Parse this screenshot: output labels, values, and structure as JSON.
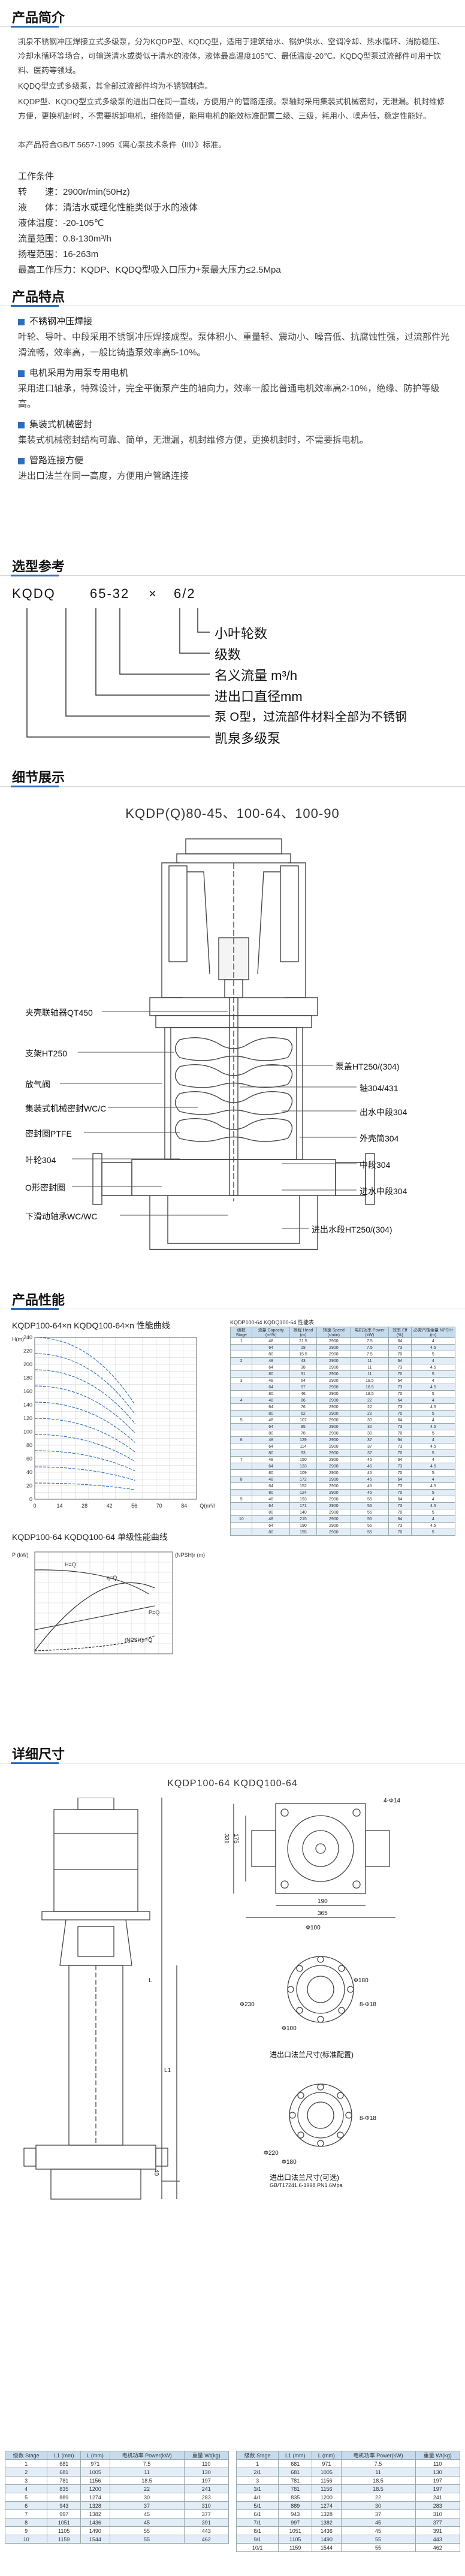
{
  "intro": {
    "title": "产品简介",
    "p1": "凯泉不锈钢冲压焊接立式多级泵，分为KQDP型、KQDQ型，适用于建筑给水、锅炉供水、空调冷却、热水循环、消防稳压、冷却水循环等场合，可输送清水或类似于清水的液体，液体最高温度105℃、最低温度-20℃。KQDQ型泵过流部件可用于饮料、医药等领域。",
    "p2": "KQDQ型立式多级泵，其全部过流部件均为不锈钢制造。",
    "p3": "KQDP型、KQDQ型立式多级泵的进出口在同一直线，方便用户的管路连接。泵轴封采用集装式机械密封，无泄漏。机封维修方便，更换机封时，不需要拆卸电机，维修简便，能用电机的能效标准配置二级、三级，耗用小、噪声低，稳定性能好。",
    "p4": "本产品符合GB/T 5657-1995《离心泵技术条件（III）》标准。",
    "specs_title": "工作条件",
    "specs": [
      "转　　速：2900r/min(50Hz)",
      "液　　体：清洁水或理化性能类似于水的液体",
      "液体温度：-20-105℃",
      "流量范围：0.8-130m³/h",
      "扬程范围：16-263m",
      "最高工作压力：KQDP、KQDQ型吸入口压力+泵最大压力≤2.5Mpa"
    ]
  },
  "features": {
    "title": "产品特点",
    "items": [
      {
        "head": "不锈钢冲压焊接",
        "body": "叶轮、导叶、中段采用不锈钢冲压焊接成型。泵体积小、重量轻、震动小、噪音低、抗腐蚀性强，过流部件光滑流畅，效率高，一般比铸造泵效率高5-10%。"
      },
      {
        "head": "电机采用为用泵专用电机",
        "body": "采用进口轴承，特殊设计，完全平衡泵产生的轴向力，效率一般比普通电机效率高2-10%，绝缘、防护等级高。"
      },
      {
        "head": "集装式机械密封",
        "body": "集装式机械密封结构可靠、简单，无泄漏，机封维修方便，更换机封时，不需要拆电机。"
      },
      {
        "head": "管路连接方便",
        "body": "进出口法兰在同一高度，方便用户管路连接"
      }
    ]
  },
  "model": {
    "title": "选型参考",
    "code": "KQDQ",
    "code_parts": [
      "65-32",
      "×",
      "6/2"
    ],
    "items": [
      "小叶轮数",
      "级数",
      "名义流量 m³/h",
      "进出口直径mm",
      "泵 O型，过流部件材料全部为不锈钢",
      "凯泉多级泵"
    ]
  },
  "details": {
    "title": "细节展示",
    "figure_title": "KQDP(Q)80-45、100-64、100-90",
    "labels": {
      "coupling": "夹壳联轴器QT450",
      "support": "支架HT250",
      "vent": "放气阀",
      "seal": "集装式机械密封WC/C",
      "seal_ring": "密封圈PTFE",
      "impeller": "叶轮304",
      "oring": "O形密封圈",
      "bearing": "下滑动轴承WC/WC",
      "pump_cover": "泵盖HT250/(304)",
      "shaft": "轴304/431",
      "out_mid": "出水中段304",
      "outer_shell": "外壳筒304",
      "mid": "中段304",
      "in_mid": "进水中段304",
      "inlet_outlet": "进出水段HT250/(304)"
    }
  },
  "performance": {
    "title": "产品性能",
    "chart1": {
      "title": "KQDP100-64×n KQDQ100-64×n 性能曲线",
      "ylabel": "H(m)",
      "xlabel": "Q(m³/h)",
      "yticks": [
        "0",
        "20",
        "40",
        "60",
        "80",
        "100",
        "120",
        "140",
        "160",
        "180",
        "200",
        "220",
        "240"
      ],
      "xticks": [
        "0",
        "14",
        "28",
        "42",
        "56",
        "70",
        "84",
        "Q(m³/h)"
      ]
    },
    "chart2": {
      "title": "KQDP100-64 KQDQ100-64 单级性能曲线",
      "curves": [
        "H=Q",
        "η=Q",
        "P=Q",
        "(NPSH)r=Q"
      ],
      "ylabel_left": "P (kW)",
      "ylabel_right": "(NPSH)r (m)"
    },
    "table": {
      "title": "KQDP100-64 KQDQ100-64 性能表",
      "headers": [
        "级数 Stage",
        "流量 Capacity (m³/h)",
        "扬程 Head (m)",
        "转速 Speed (r/min)",
        "电机功率 Power (kW)",
        "效率 Eff (%)",
        "必需汽蚀余量 NPSHr (m)"
      ],
      "rows": [
        [
          "1",
          "48",
          "21.5",
          "2900",
          "7.5",
          "64",
          "4"
        ],
        [
          "",
          "64",
          "19",
          "2900",
          "7.5",
          "73",
          "4.5"
        ],
        [
          "",
          "80",
          "15.5",
          "2900",
          "7.5",
          "70",
          "5"
        ],
        [
          "2",
          "48",
          "43",
          "2900",
          "11",
          "64",
          "4"
        ],
        [
          "",
          "64",
          "38",
          "2900",
          "11",
          "73",
          "4.5"
        ],
        [
          "",
          "80",
          "31",
          "2900",
          "11",
          "70",
          "5"
        ],
        [
          "3",
          "48",
          "64",
          "2900",
          "18.5",
          "64",
          "4"
        ],
        [
          "",
          "64",
          "57",
          "2900",
          "18.5",
          "73",
          "4.5"
        ],
        [
          "",
          "80",
          "46",
          "2900",
          "18.5",
          "70",
          "5"
        ],
        [
          "4",
          "48",
          "86",
          "2900",
          "22",
          "64",
          "4"
        ],
        [
          "",
          "64",
          "76",
          "2900",
          "22",
          "73",
          "4.5"
        ],
        [
          "",
          "80",
          "62",
          "2900",
          "22",
          "70",
          "5"
        ],
        [
          "5",
          "48",
          "107",
          "2900",
          "30",
          "64",
          "4"
        ],
        [
          "",
          "64",
          "95",
          "2900",
          "30",
          "73",
          "4.5"
        ],
        [
          "",
          "80",
          "78",
          "2900",
          "30",
          "70",
          "5"
        ],
        [
          "6",
          "48",
          "129",
          "2900",
          "37",
          "64",
          "4"
        ],
        [
          "",
          "64",
          "114",
          "2900",
          "37",
          "73",
          "4.5"
        ],
        [
          "",
          "80",
          "93",
          "2900",
          "37",
          "70",
          "5"
        ],
        [
          "7",
          "48",
          "150",
          "2900",
          "45",
          "64",
          "4"
        ],
        [
          "",
          "64",
          "133",
          "2900",
          "45",
          "73",
          "4.5"
        ],
        [
          "",
          "80",
          "109",
          "2900",
          "45",
          "70",
          "5"
        ],
        [
          "8",
          "48",
          "172",
          "2900",
          "45",
          "64",
          "4"
        ],
        [
          "",
          "64",
          "152",
          "2900",
          "45",
          "73",
          "4.5"
        ],
        [
          "",
          "80",
          "124",
          "2900",
          "45",
          "70",
          "5"
        ],
        [
          "9",
          "48",
          "193",
          "2900",
          "55",
          "64",
          "4"
        ],
        [
          "",
          "64",
          "171",
          "2900",
          "55",
          "73",
          "4.5"
        ],
        [
          "",
          "80",
          "140",
          "2900",
          "55",
          "70",
          "5"
        ],
        [
          "10",
          "48",
          "215",
          "2900",
          "55",
          "64",
          "4"
        ],
        [
          "",
          "64",
          "190",
          "2900",
          "55",
          "73",
          "4.5"
        ],
        [
          "",
          "80",
          "155",
          "2900",
          "55",
          "70",
          "5"
        ]
      ]
    }
  },
  "dimensions": {
    "title": "详细尺寸",
    "figure_title": "KQDP100-64 KQDQ100-64",
    "flange1": "进出口法兰尺寸(标准配置)",
    "flange2": "进出口法兰尺寸(可选)",
    "flange2_sub": "GB/T17241.6-1998 PN1.6Mpa",
    "dims": {
      "d1": "4-Φ14",
      "d2": "190",
      "d3": "365",
      "d4": "175",
      "d5": "331",
      "d6": "Φ100",
      "d7": "Φ180",
      "d8": "Φ230",
      "d9": "8-Φ18",
      "d10": "Φ100",
      "d11": "Φ220",
      "d12": "Φ180",
      "d13": "8-Φ18",
      "d14": "40",
      "d15": "L1",
      "d16": "L"
    },
    "table_left": {
      "headers": [
        "级数 Stage",
        "L1 (mm)",
        "L (mm)",
        "电机功率 Power(kW)",
        "重量 Wt(kg)"
      ],
      "rows": [
        [
          "1",
          "681",
          "971",
          "7.5",
          "110"
        ],
        [
          "2",
          "681",
          "1005",
          "11",
          "130"
        ],
        [
          "3",
          "781",
          "1156",
          "18.5",
          "197"
        ],
        [
          "4",
          "835",
          "1200",
          "22",
          "241"
        ],
        [
          "5",
          "889",
          "1274",
          "30",
          "283"
        ],
        [
          "6",
          "943",
          "1328",
          "37",
          "310"
        ],
        [
          "7",
          "997",
          "1382",
          "45",
          "377"
        ],
        [
          "8",
          "1051",
          "1436",
          "45",
          "391"
        ],
        [
          "9",
          "1105",
          "1490",
          "55",
          "443"
        ],
        [
          "10",
          "1159",
          "1544",
          "55",
          "462"
        ]
      ]
    },
    "table_right": {
      "headers": [
        "级数 Stage",
        "L1 (mm)",
        "L (mm)",
        "电机功率 Power(kW)",
        "重量 Wt(kg)"
      ],
      "rows": [
        [
          "1",
          "681",
          "971",
          "7.5",
          "110"
        ],
        [
          "2/1",
          "681",
          "1005",
          "11",
          "130"
        ],
        [
          "3",
          "781",
          "1156",
          "18.5",
          "197"
        ],
        [
          "3/1",
          "781",
          "1156",
          "18.5",
          "197"
        ],
        [
          "4/1",
          "835",
          "1200",
          "22",
          "241"
        ],
        [
          "5/1",
          "889",
          "1274",
          "30",
          "283"
        ],
        [
          "6/1",
          "943",
          "1328",
          "37",
          "310"
        ],
        [
          "7/1",
          "997",
          "1382",
          "45",
          "377"
        ],
        [
          "8/1",
          "1051",
          "1436",
          "45",
          "391"
        ],
        [
          "9/1",
          "1105",
          "1490",
          "55",
          "443"
        ],
        [
          "10/1",
          "1159",
          "1544",
          "55",
          "462"
        ]
      ]
    }
  }
}
